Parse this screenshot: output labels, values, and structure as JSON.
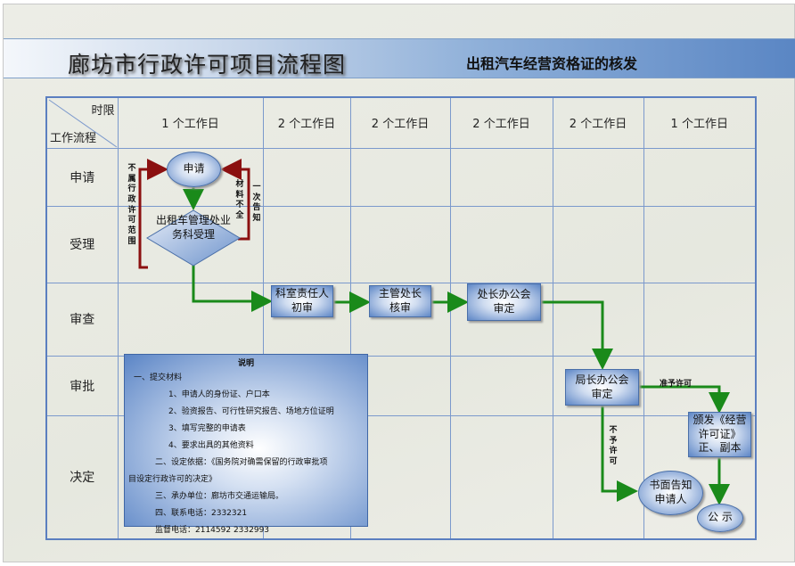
{
  "header": {
    "title": "廊坊市行政许可项目流程图",
    "subtitle": "出租汽车经营资格证的核发"
  },
  "table": {
    "corner_top": "时限",
    "corner_bottom": "工作流程",
    "columns": [
      "1 个工作日",
      "2 个工作日",
      "2 个工作日",
      "2 个工作日",
      "2 个工作日",
      "1 个工作日"
    ],
    "rows": [
      "申请",
      "受理",
      "审查",
      "审批",
      "决定"
    ]
  },
  "nodes": {
    "apply": "申请",
    "accept": "出租车管理处业务科受理",
    "review1": "科室责任人初审",
    "review2": "主管处长核审",
    "review3": "处长办公会审定",
    "approve": "局长办公会审定",
    "issue": "颁发《经营许可证》正、副本",
    "notify": "书面告知申请人",
    "publish": "公 示"
  },
  "labels": {
    "out_of_scope": "不属行政许可范围",
    "incomplete": "材料不全",
    "notify_once": "一次告知",
    "granted": "准予许可",
    "denied": "不予许可"
  },
  "notes": {
    "title": "说明",
    "lines": [
      "一、提交材料",
      "1、申请人的身份证、户口本",
      "2、验资报告、可行性研究报告、场地方位证明",
      "3、填写完整的申请表",
      "4、要求出具的其他资料",
      "二、设定依据：《国务院对确需保留的行政审批项",
      "目设定行政许可的决定》",
      "三、承办单位：廊坊市交通运输局。",
      "四、联系电话：2332321",
      "监督电话：2114592    2332993"
    ]
  }
}
